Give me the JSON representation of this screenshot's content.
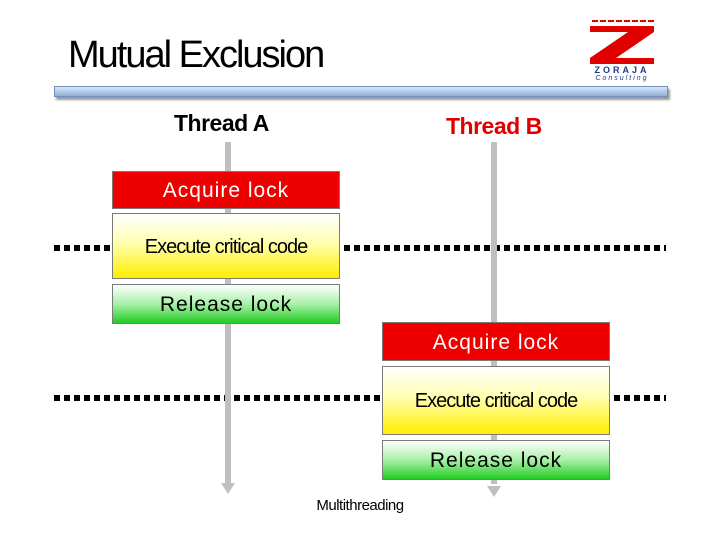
{
  "slide": {
    "title": "Mutual Exclusion",
    "footer": "Multithreading"
  },
  "logo": {
    "name": "ZORAJA",
    "sub": "Consulting",
    "colors": {
      "red": "#e00000",
      "blue": "#1a3a8a"
    }
  },
  "threads": {
    "a": {
      "label": "Thread A",
      "acquire": "Acquire lock",
      "execute": "Execute critical code",
      "release": "Release lock"
    },
    "b": {
      "label": "Thread B",
      "acquire": "Acquire lock",
      "execute": "Execute critical code",
      "release": "Release lock"
    }
  },
  "colors": {
    "thread_b_label": "#e00000",
    "acquire_box": "#ee0000",
    "execute_box": "#ffee00",
    "release_box": "#22cc22",
    "timeline": "#bfbfbf"
  }
}
